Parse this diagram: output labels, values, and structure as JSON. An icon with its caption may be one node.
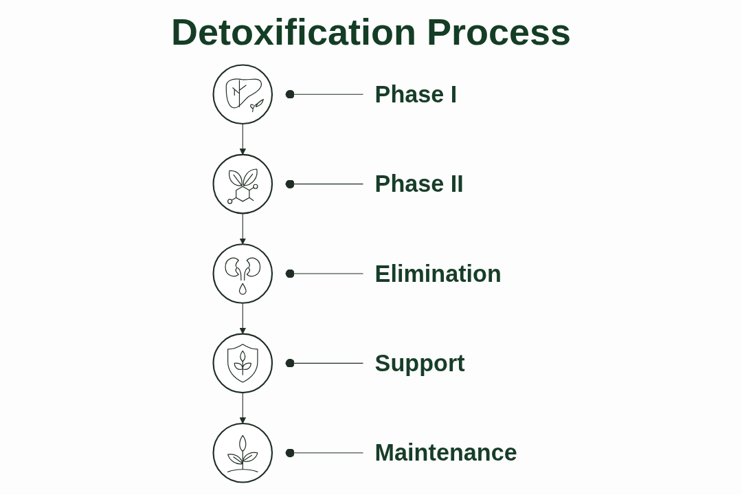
{
  "diagram": {
    "title": "Detoxification Process",
    "nodes": [
      {
        "text": [],
        "shape": "circle"
      },
      {
        "text": [
          "Phase I"
        ]
      },
      {
        "text": [],
        "shape": "circle"
      },
      {
        "text": [
          "Phase II"
        ]
      },
      {
        "text": [],
        "shape": "circle"
      },
      {
        "text": [
          "Elimination"
        ]
      },
      {
        "text": [],
        "shape": "circle"
      },
      {
        "text": [
          "Support"
        ]
      },
      {
        "text": [],
        "shape": "circle"
      },
      {
        "text": [
          "Maintenance"
        ]
      }
    ],
    "edges": [
      {
        "from": 0,
        "to": 2,
        "arrow": "to"
      },
      {
        "from": 2,
        "to": 4,
        "arrow": "to"
      },
      {
        "from": 4,
        "to": 6,
        "arrow": "to"
      },
      {
        "from": 6,
        "to": 8,
        "arrow": "to"
      },
      {
        "from": 0,
        "to": 1,
        "arrow": "other"
      },
      {
        "from": 2,
        "to": 3,
        "arrow": "other"
      },
      {
        "from": 4,
        "to": 5,
        "arrow": "other"
      },
      {
        "from": 6,
        "to": 7,
        "arrow": "other"
      },
      {
        "from": 8,
        "to": 9,
        "arrow": "other"
      }
    ]
  }
}
